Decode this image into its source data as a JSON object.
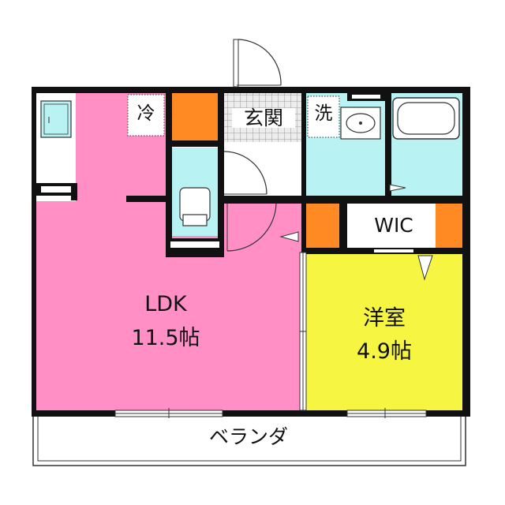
{
  "colors": {
    "ldk": "#ff8fc5",
    "bedroom": "#f5f542",
    "wet_area": "#b8f2f2",
    "storage": "#ff8a24",
    "entrance_tile": "#e6e6e6",
    "wall": "#111111",
    "balcony": "#ffffff"
  },
  "rooms": {
    "ldk": {
      "name": "LDK",
      "size": "11.5帖"
    },
    "bedroom": {
      "name": "洋室",
      "size": "4.9帖"
    },
    "wic": {
      "name": "WIC"
    },
    "entrance": {
      "name": "玄関"
    },
    "refrigerator": {
      "name": "冷"
    },
    "washer": {
      "name": "洗"
    },
    "balcony": {
      "name": "ベランダ"
    }
  }
}
